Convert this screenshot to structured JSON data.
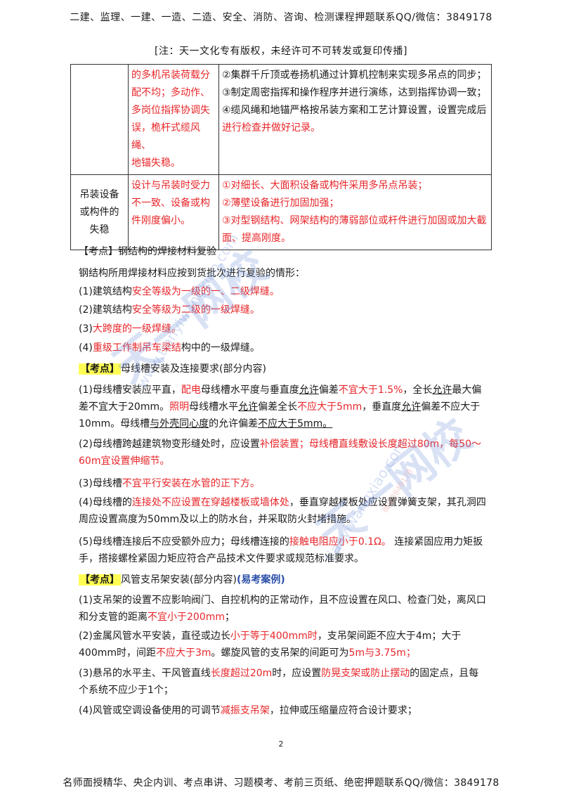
{
  "header": {
    "line1": "二建、监理、一建、一造、二造、安全、消防、咨询、检测课程押题联系QQ/微信：3849178",
    "line2": "[注：天一文化专有版权，未经许可不可转发或复印传播]"
  },
  "table": {
    "row1": {
      "col2": [
        "的多机吊装荷载分",
        "配不均；多动作、",
        "多岗位指挥协调失",
        "误，桅杆式缆风绳、",
        "地锚失稳。"
      ],
      "col3": [
        "②集群千斤顶或卷扬机通过计算机控制来实现多吊点的同步；",
        "③制定周密指挥和操作程序并进行演练，达到指挥协调一致；",
        "④缆风绳和地锚严格按吊装方案和工艺计算设置，设置完成后",
        "进行检查并做好记录。"
      ]
    },
    "row2": {
      "col1": [
        "吊装设备",
        "或构件的",
        "失稳"
      ],
      "col2": [
        "设计与吊装时受力",
        "不一致、设备或构",
        "件刚度偏小。"
      ],
      "col3": [
        "①对细长、大面积设备或构件采用多吊点吊装；",
        "②薄壁设备进行加固加强；",
        "③对型钢结构、网架结构的薄弱部位或杆件进行加固或加大截",
        "面、提高刚度。"
      ]
    }
  },
  "section1": {
    "tag": "【考点】",
    "title": "钢结构的焊接材料复验",
    "intro": "钢结构所用焊接材料应按到货批次进行复验的情形：",
    "items": [
      {
        "pre": "(1)建筑结构",
        "red": "安全等级为一级的一、二级焊缝。"
      },
      {
        "pre": "(2)建筑结构",
        "red": "安全等级为二级的一级焊缝。"
      },
      {
        "pre": "(3)",
        "red": "大跨度的一级焊缝。"
      },
      {
        "pre": "(4)",
        "red": "重级工作制吊车梁结",
        "post": "构中的一级焊缝。"
      }
    ]
  },
  "section2": {
    "tag": "【考点】",
    "title": "母线槽安装及连接要求(部分内容)",
    "p1": {
      "a": "(1)母线槽安装应平直，",
      "b": "配电",
      "c": "母线槽水平度与垂直度",
      "d": "允许",
      "e": "偏差",
      "f": "不宜大于1.5%",
      "g": "，全长",
      "h": "允许",
      "i": "最大偏差不宜大于20mm。",
      "j": "照明",
      "k": "母线槽水平",
      "l": "允许",
      "m": "偏差全长",
      "n": "不应大于5mm",
      "o": "，垂直度",
      "p": "允许",
      "q": "偏差不",
      "r": "应大于10mm。母线槽",
      "s": "与外壳同心度",
      "t": "的允许偏差",
      "u": "不应大于5mm。"
    },
    "p2": {
      "a": "(2)母线槽跨越建筑物变形缝处时，应设置",
      "b": "补偿装置；母线槽直线敷设长度超过80m，每",
      "c": "50～60m宜设置伸缩节。"
    },
    "p3": {
      "a": "(3)母线槽",
      "b": "不宜平行安装在水管的正下方。"
    },
    "p4": {
      "a": "(4)母线槽的",
      "b": "连接处不应设置在穿越楼板或墙体处",
      "c": "，垂直穿越楼板处应设置弹簧支架，其",
      "d": "孔洞四周应设置高度为50mm及以上的防水台，并采取防火封堵措施。"
    },
    "p5": {
      "a": "(5)母线槽连接后不应受额外应力；母线槽连接的",
      "b": "接触电阻应小于0.1Ω。",
      "c": "连接紧固应",
      "d": "用力矩扳手，搭接螺栓紧固力矩应符合产品技术文件要求或规范标准要求。"
    }
  },
  "section3": {
    "tag": "【考点】",
    "title": "风管支吊架安装(部分内容)",
    "badge": "(易考案例)",
    "p1": {
      "a": "(1)支吊架的设置不应影响阀门、自控机构的正常动作，且不应设置在风口、检查门处，",
      "b": "离风口和分支管的距离",
      "c": "不宜小于200mm",
      "d": "；"
    },
    "p2": {
      "a": "(2)金属风管水平安装，直径或边长",
      "b": "小于等于400mm时",
      "c": "，支吊架间距不应大于4m；大于",
      "d": "400mm时，间距",
      "e": "不应大于3m",
      "f": "。螺旋风管的支吊架的间距可为",
      "g": "5m与3.75m；"
    },
    "p3": {
      "a": "(3)悬吊的水平主、干风管直线",
      "b": "长度超过20m",
      "c": "时，应设置",
      "d": "防晃支架或防止摆动",
      "e": "的固定点，",
      "f": "且每个系统不应少于1个；"
    },
    "p4": {
      "a": "(4)风管或空调设备使用的可调节",
      "b": "减振支吊架",
      "c": "，拉伸或压缩量应符合设计要求；"
    }
  },
  "page_number": "2",
  "footer": "名师面授精华、央企内训、考点串讲、习题模考、考前三页纸、绝密押题联系QQ/微信：3849178",
  "watermark": {
    "big": "天一网校",
    "url1": "www.tianyiwangxiao.com",
    "url2": "tianyiwangxiao.com",
    "small": "微信3849178"
  },
  "colors": {
    "red": "#e8262a",
    "highlight": "#fffd54"
  }
}
